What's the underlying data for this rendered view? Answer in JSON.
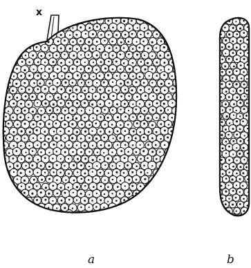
{
  "figure": {
    "labels": {
      "stalk_marker": "x",
      "view_a": "a",
      "view_b": "b"
    },
    "colors": {
      "ink": "#111111",
      "paper": "#ffffff"
    },
    "parts": [
      {
        "name": "colony-face-view",
        "caption_key": "view_a"
      },
      {
        "name": "colony-edge-view",
        "caption_key": "view_b"
      }
    ]
  }
}
